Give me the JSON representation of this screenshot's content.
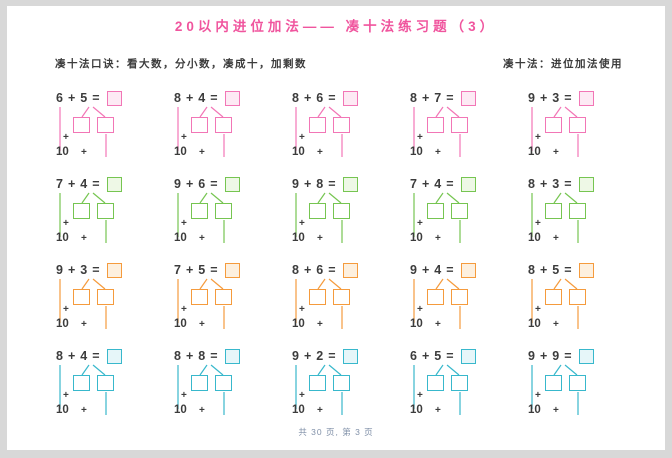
{
  "page": {
    "title": "20以内进位加法—— 凑十法练习题（3）",
    "subtitle_left": "凑十法口诀：看大数，分小数，凑成十，加剩数",
    "subtitle_right": "凑十法：进位加法使用",
    "footer": "共 30 页, 第 3 页"
  },
  "symbols": {
    "plus": "+",
    "equals": "=",
    "ten": "10"
  },
  "colors": {
    "title": "#f0559e",
    "text": "#3c3c3c",
    "footer": "#8090a8",
    "page_background": "#ffffff",
    "surround_background": "#d8d8d8"
  },
  "rows": [
    {
      "color": "#f276b6",
      "tint": "#fdeaf4",
      "problems": [
        {
          "a": "6",
          "b": "5"
        },
        {
          "a": "8",
          "b": "4"
        },
        {
          "a": "8",
          "b": "6"
        },
        {
          "a": "8",
          "b": "7"
        },
        {
          "a": "9",
          "b": "3"
        }
      ]
    },
    {
      "color": "#76c551",
      "tint": "#eef8e6",
      "problems": [
        {
          "a": "7",
          "b": "4"
        },
        {
          "a": "9",
          "b": "6"
        },
        {
          "a": "9",
          "b": "8"
        },
        {
          "a": "7",
          "b": "4"
        },
        {
          "a": "8",
          "b": "3"
        }
      ]
    },
    {
      "color": "#f59b3d",
      "tint": "#fdf0df",
      "problems": [
        {
          "a": "9",
          "b": "3"
        },
        {
          "a": "7",
          "b": "5"
        },
        {
          "a": "8",
          "b": "6"
        },
        {
          "a": "9",
          "b": "4"
        },
        {
          "a": "8",
          "b": "5"
        }
      ]
    },
    {
      "color": "#38b8cc",
      "tint": "#e6f6f9",
      "problems": [
        {
          "a": "8",
          "b": "4"
        },
        {
          "a": "8",
          "b": "8"
        },
        {
          "a": "9",
          "b": "2"
        },
        {
          "a": "6",
          "b": "5"
        },
        {
          "a": "9",
          "b": "9"
        }
      ]
    }
  ]
}
